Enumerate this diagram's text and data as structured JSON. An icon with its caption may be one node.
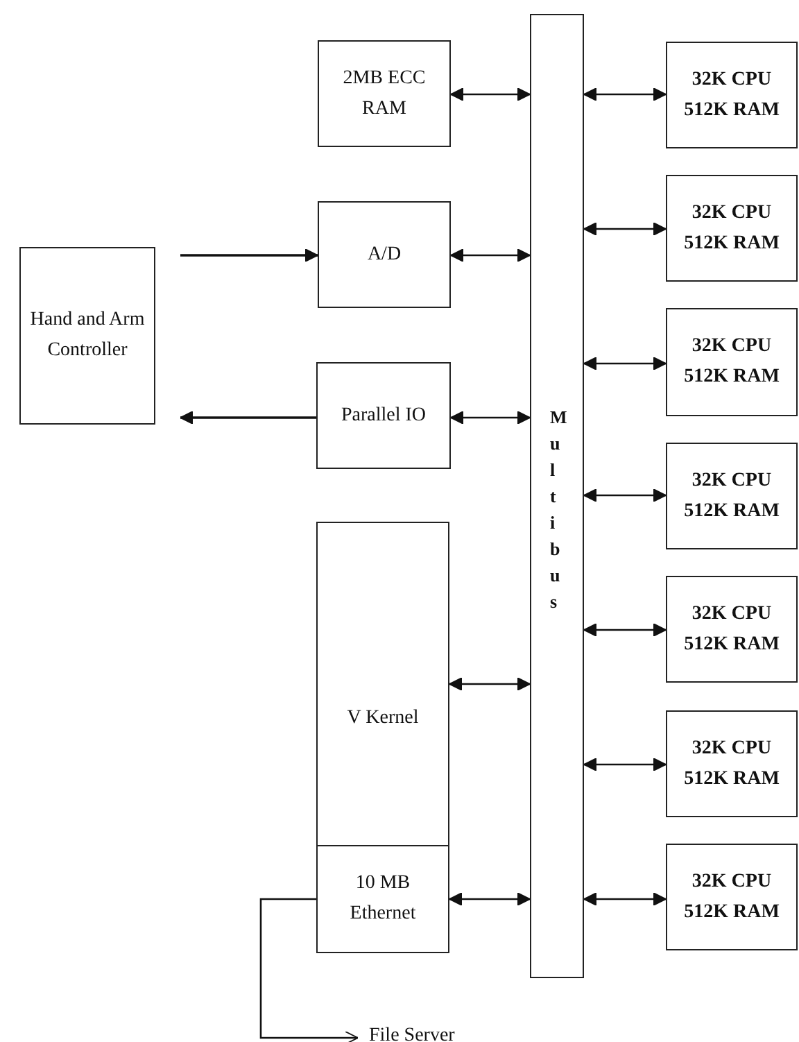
{
  "diagram": {
    "nodes": [
      {
        "text": [
          "Hand and Arm Controller"
        ]
      },
      {
        "text": [
          "2MB ECC RAM"
        ]
      },
      {
        "text": [
          "A/D"
        ]
      },
      {
        "text": [
          "Parallel IO"
        ]
      },
      {
        "text": [
          "V Kernel"
        ]
      },
      {
        "text": [
          "10 MB Ethernet"
        ]
      },
      {
        "text": [
          "Multibus"
        ]
      },
      {
        "text": [
          "32K CPU 512K RAM"
        ]
      },
      {
        "text": [
          "32K CPU 512K RAM"
        ]
      },
      {
        "text": [
          "32K CPU 512K RAM"
        ]
      },
      {
        "text": [
          "32K CPU 512K RAM"
        ]
      },
      {
        "text": [
          "32K CPU 512K RAM"
        ]
      },
      {
        "text": [
          "32K CPU 512K RAM"
        ]
      },
      {
        "text": [
          "32K CPU 512K RAM"
        ]
      },
      {
        "text": [
          "File Server"
        ]
      }
    ],
    "edges": [
      {
        "from": 0,
        "to": 2,
        "arrow": "to"
      },
      {
        "from": 3,
        "to": 0,
        "arrow": "to"
      },
      {
        "from": 1,
        "to": 6,
        "arrow": "both"
      },
      {
        "from": 2,
        "to": 6,
        "arrow": "both"
      },
      {
        "from": 3,
        "to": 6,
        "arrow": "both"
      },
      {
        "from": 4,
        "to": 6,
        "arrow": "both"
      },
      {
        "from": 5,
        "to": 6,
        "arrow": "both"
      },
      {
        "from": 6,
        "to": 7,
        "arrow": "both"
      },
      {
        "from": 6,
        "to": 8,
        "arrow": "both"
      },
      {
        "from": 6,
        "to": 9,
        "arrow": "both"
      },
      {
        "from": 6,
        "to": 10,
        "arrow": "both"
      },
      {
        "from": 6,
        "to": 11,
        "arrow": "both"
      },
      {
        "from": 6,
        "to": 12,
        "arrow": "both"
      },
      {
        "from": 6,
        "to": 13,
        "arrow": "both"
      },
      {
        "from": 5,
        "to": 14,
        "arrow": "to"
      }
    ]
  }
}
